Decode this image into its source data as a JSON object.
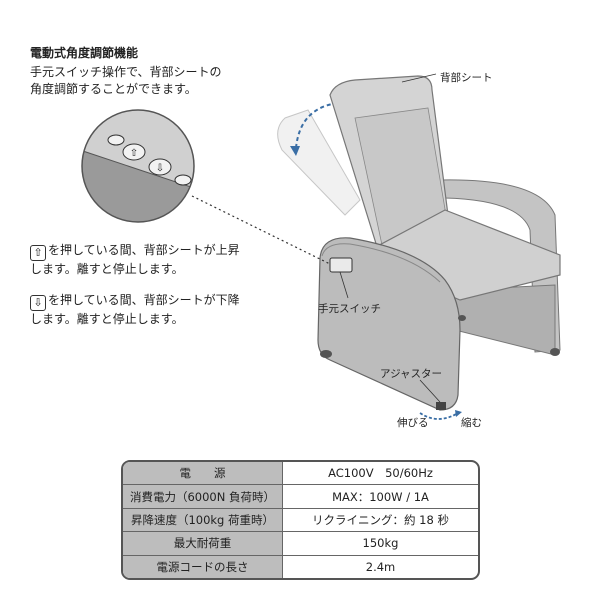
{
  "heading": {
    "title": "電動式角度調節機能",
    "desc_line1": "手元スイッチ操作で、背部シートの",
    "desc_line2": "角度調節することができます。"
  },
  "instructions": {
    "up_line1": "を押している間、背部シートが上昇",
    "up_line2": "します。離すと停止します。",
    "down_line1": "を押している間、背部シートが下降",
    "down_line2": "します。離すと停止します。"
  },
  "labels": {
    "back_seat": "背部シート",
    "hand_switch": "手元スイッチ",
    "adjuster": "アジャスター",
    "extend": "伸びる",
    "retract": "縮む"
  },
  "spec_table": [
    {
      "label": "電　　源",
      "value": "AC100V　50/60Hz"
    },
    {
      "label": "消費電力（6000N 負荷時）",
      "value": "MAX：100W / 1A"
    },
    {
      "label": "昇降速度（100kg 荷重時）",
      "value": "リクライニング：約 18 秒"
    },
    {
      "label": "最大耐荷重",
      "value": "150kg"
    },
    {
      "label": "電源コードの長さ",
      "value": "2.4m"
    }
  ],
  "colors": {
    "chair_fill": "#cfcfcf",
    "chair_dark": "#8a8a8a",
    "table_header_bg": "#bdbdbd",
    "arrow_accent": "#3a6ea5"
  },
  "icons": [
    "up-arrow-key-icon",
    "down-arrow-key-icon",
    "rotate-arrow-icon"
  ]
}
